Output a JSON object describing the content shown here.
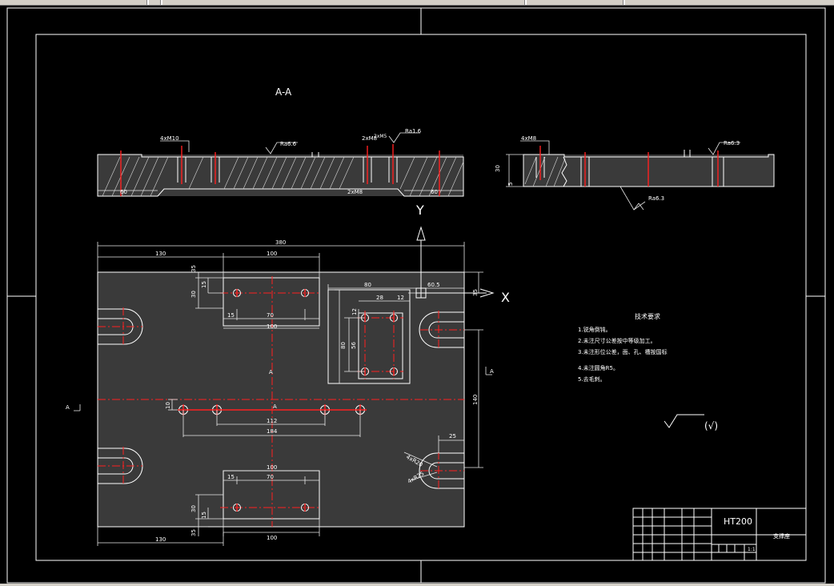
{
  "colors": {
    "background": "#000000",
    "line": "#ffffff",
    "centerline": "#ff2020",
    "plate": "#3a3a3a",
    "ui_bar": "#d4d0c8"
  },
  "section_title": "A-A",
  "section_left": {
    "dims": [
      "60",
      "60"
    ],
    "notes": [
      "4xM10",
      "2xM8",
      "2xM5",
      "2xM8"
    ],
    "roughness": [
      "Ra6.6",
      "Ra1.6"
    ]
  },
  "section_right": {
    "notes": [
      "4xM8"
    ],
    "roughness": [
      "Ra6.3",
      "Ra6.3"
    ],
    "dims": [
      "30",
      "5"
    ]
  },
  "axes": {
    "x": "X",
    "y": "Y"
  },
  "plan_dims": {
    "overall": "380",
    "left_130": "130",
    "top_100": "100",
    "p80": "80",
    "p605": "60.5",
    "d28": "28",
    "d12": "12",
    "d35a": "35",
    "d15a": "15",
    "d30a": "30",
    "d15b": "15",
    "d70a": "70",
    "d100a": "100",
    "v12": "12",
    "v56": "56",
    "v80": "80",
    "v35": "35",
    "v140": "140",
    "d10": "10",
    "d112": "112",
    "d184": "184",
    "d25": "25",
    "r20": "4xR20",
    "r25": "4xR25",
    "d100b": "100",
    "d15c": "15",
    "d70b": "70",
    "d30b": "30",
    "d15d": "15",
    "d35b": "35",
    "d100c": "100",
    "bottom_130": "130"
  },
  "section_markers": {
    "left": "A",
    "right": "A",
    "center_top": "A",
    "center_bottom": "A"
  },
  "tech_requirements": {
    "title": "技术要求",
    "items": [
      "1.锐角倒钝。",
      "2.未注尺寸公差按中等级加工。",
      "3.未注形位公差，面、孔、槽按国标",
      "4.未注圆角R5。",
      "5.去毛刺。"
    ]
  },
  "roughness_symbol": "(√)",
  "title_block": {
    "material": "HT200",
    "name": "支撑座",
    "scale": "1:1"
  }
}
